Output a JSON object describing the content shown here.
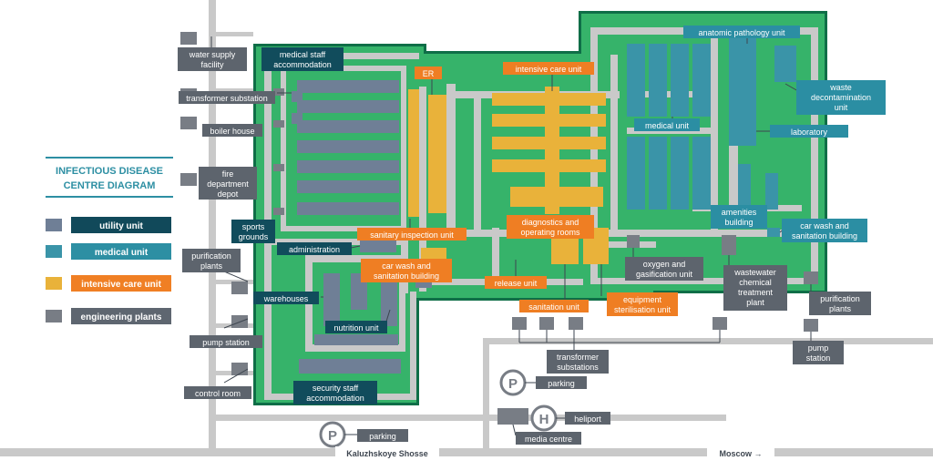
{
  "legend": {
    "title_line1": "INFECTIOUS DISEASE",
    "title_line2": "CENTRE DIAGRAM",
    "items": [
      {
        "label": "utility unit",
        "color": "#11495a"
      },
      {
        "label": "medical unit",
        "color": "#2d8fa3"
      },
      {
        "label": "intensive care unit",
        "color": "#f07f24"
      },
      {
        "label": "engineering plants",
        "color": "#5e6670"
      }
    ]
  },
  "colors": {
    "grass": "#36b36a",
    "grass_dark": "#2e9b58",
    "road": "#c9c9c9",
    "wall": "#0f6e47",
    "utility_block": "#6f7f96",
    "medical_block": "#3a94a8",
    "icu_block": "#e9b23a",
    "plant_block": "#787d85",
    "label_utility": "#114c5c",
    "label_medical": "#2b8ea3",
    "label_icu": "#ef7e23",
    "label_plant": "#5d646d"
  },
  "labels": {
    "water_supply": [
      "water supply",
      "facility"
    ],
    "transformer_substation": [
      "transformer substation"
    ],
    "boiler_house": [
      "boiler house"
    ],
    "fire_depot": [
      "fire",
      "department",
      "depot"
    ],
    "purification_left": [
      "purification",
      "plants"
    ],
    "pump_station_left": [
      "pump station"
    ],
    "control_room": [
      "control room"
    ],
    "medical_staff": [
      "medical staff",
      "accommodation"
    ],
    "sports_grounds": [
      "sports",
      "grounds"
    ],
    "administration": [
      "administration"
    ],
    "warehouses": [
      "warehouses"
    ],
    "nutrition_unit": [
      "nutrition unit"
    ],
    "security_staff": [
      "security staff",
      "accommodation"
    ],
    "er": [
      "ER"
    ],
    "intensive_care": [
      "intensive care unit"
    ],
    "sanitary_inspection": [
      "sanitary inspection unit"
    ],
    "car_wash_left": [
      "car wash and",
      "sanitation building"
    ],
    "diagnostics": [
      "diagnostics and",
      "operating rooms"
    ],
    "release_unit": [
      "release unit"
    ],
    "sanitation_unit": [
      "sanitation unit"
    ],
    "equipment_sterilisation": [
      "equipment",
      "sterilisation unit"
    ],
    "oxygen": [
      "oxygen and",
      "gasification unit"
    ],
    "anatomic_pathology": [
      "anatomic pathology unit"
    ],
    "waste_decontamination": [
      "waste",
      "decontamination",
      "unit"
    ],
    "medical_unit": [
      "medical unit"
    ],
    "laboratory": [
      "laboratory"
    ],
    "amenities": [
      "amenities",
      "building"
    ],
    "car_wash_right": [
      "car wash and",
      "sanitation building"
    ],
    "wastewater": [
      "wastewater",
      "chemical",
      "treatment",
      "plant"
    ],
    "purification_right": [
      "purification",
      "plants"
    ],
    "pump_station_right": [
      "pump",
      "station"
    ],
    "transformer_substations": [
      "transformer",
      "substations"
    ],
    "parking_upper": [
      "parking"
    ],
    "parking_lower": [
      "parking"
    ],
    "heliport": [
      "heliport"
    ],
    "media_centre": [
      "media centre"
    ],
    "kaluzhskoye": [
      "Kaluzhskoye Shosse"
    ],
    "moscow": [
      "Moscow →"
    ]
  },
  "glyphs": {
    "parking": "P",
    "heliport": "H"
  }
}
